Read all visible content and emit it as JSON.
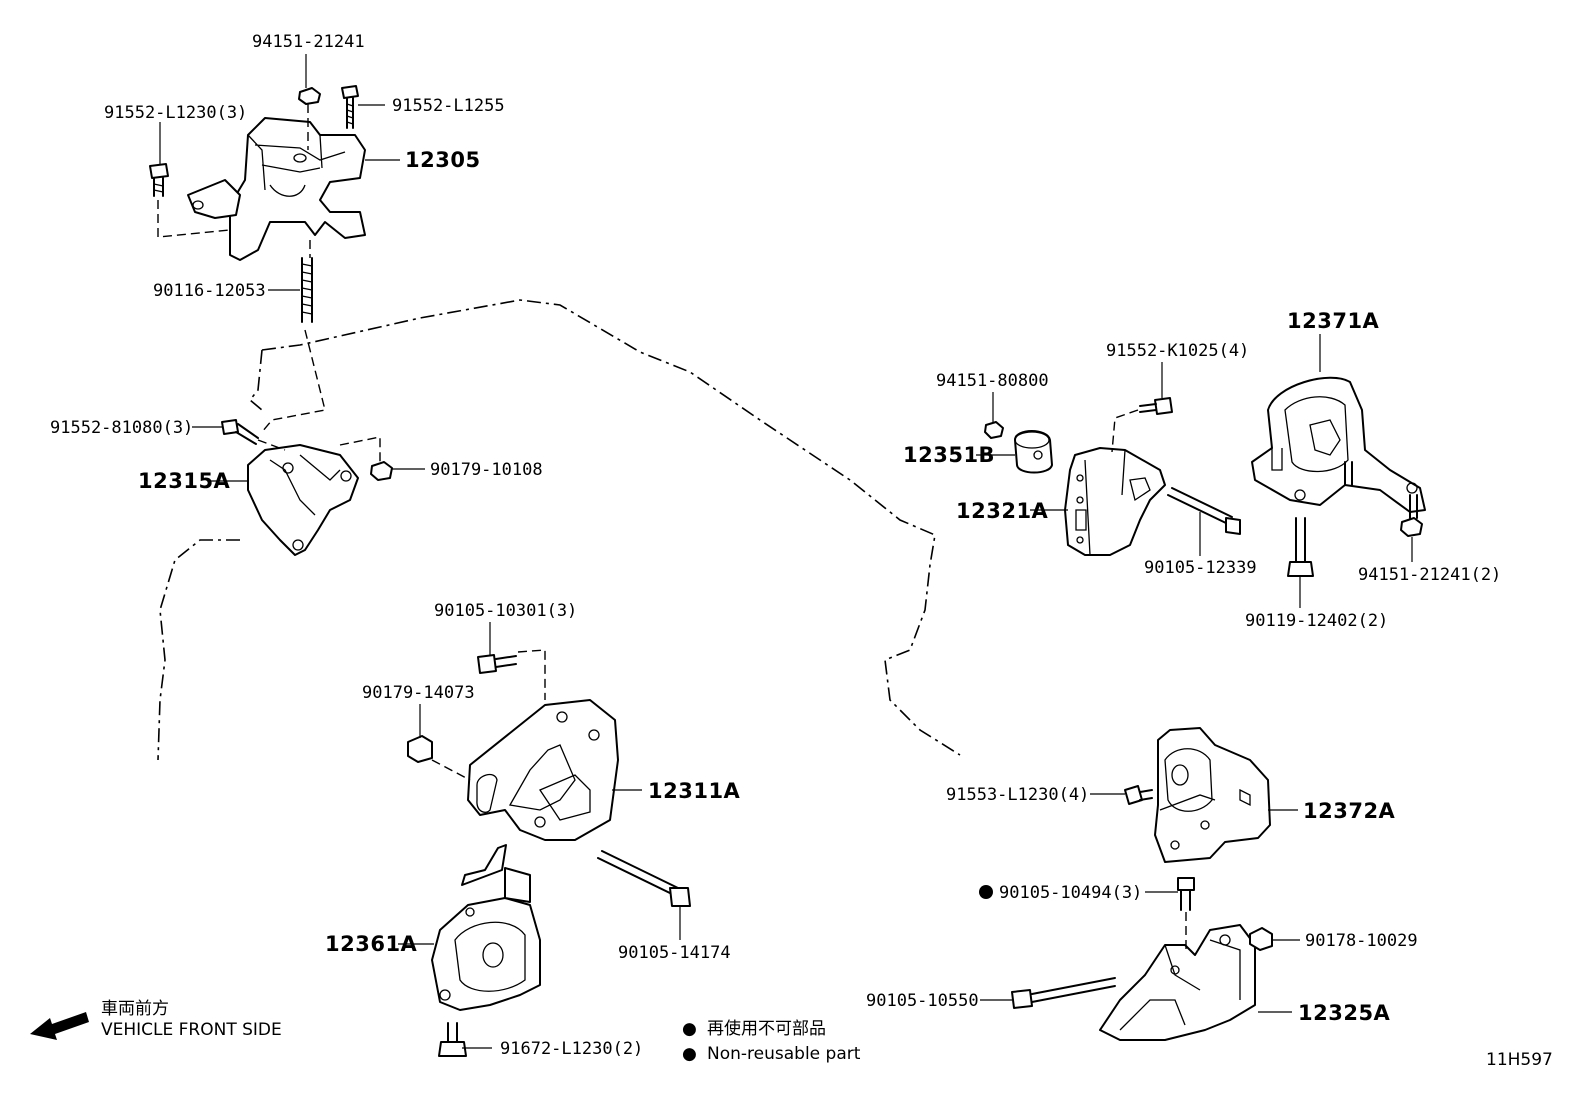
{
  "diagram_code": "11H597",
  "front_arrow": {
    "label_jp": "車両前方",
    "label_en": "VEHICLE FRONT SIDE"
  },
  "legend": {
    "items": [
      {
        "symbol": "●",
        "text": "再使用不可部品"
      },
      {
        "symbol": "●",
        "text": "Non-reusable part"
      }
    ]
  },
  "parts": {
    "p94151_21241": "94151-21241",
    "p91552_L1255": "91552-L1255",
    "p91552_L1230_3": "91552-L1230(3)",
    "p12305": "12305",
    "p90116_12053": "90116-12053",
    "p91552_81080_3": "91552-81080(3)",
    "p12315A": "12315A",
    "p90179_10108": "90179-10108",
    "p94151_80800": "94151-80800",
    "p91552_K1025_4": "91552-K1025(4)",
    "p12371A": "12371A",
    "p12351B": "12351B",
    "p12321A": "12321A",
    "p90105_12339": "90105-12339",
    "p94151_21241_2": "94151-21241(2)",
    "p90119_12402_2": "90119-12402(2)",
    "p90105_10301_3": "90105-10301(3)",
    "p90179_14073": "90179-14073",
    "p12311A": "12311A",
    "p90105_14174": "90105-14174",
    "p12361A": "12361A",
    "p91672_L1230_2": "91672-L1230(2)",
    "p91553_L1230_4": "91553-L1230(4)",
    "p12372A": "12372A",
    "p90105_10494_3": "90105-10494(3)",
    "p90178_10029": "90178-10029",
    "p90105_10550": "90105-10550",
    "p12325A": "12325A"
  }
}
